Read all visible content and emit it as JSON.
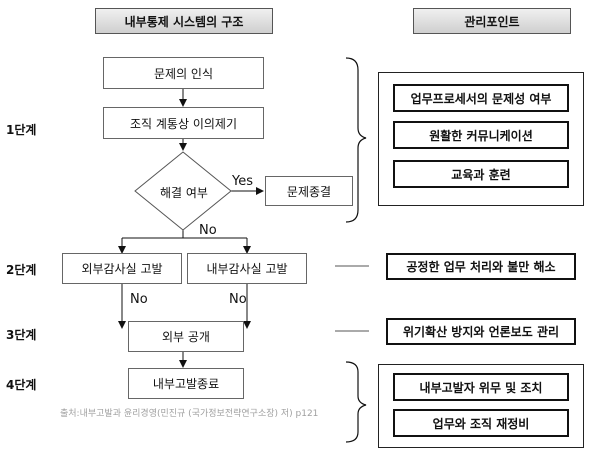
{
  "headers": {
    "left": "내부통제 시스템의 구조",
    "right": "관리포인트"
  },
  "stages": [
    "1단계",
    "2단계",
    "3단계",
    "4단계"
  ],
  "flow": {
    "recognize": "문제의 인식",
    "raise": "조직 계통상 이의제기",
    "resolved": "해결 여부",
    "yes": "Yes",
    "close": "문제종결",
    "no_main": "No",
    "external_audit": "외부감사실 고발",
    "internal_audit": "내부감사실 고발",
    "no_left": "No",
    "no_right": "No",
    "disclosure": "외부 공개",
    "end": "내부고발종료"
  },
  "points": {
    "stage1": [
      "업무프로세서의 문제성 여부",
      "원활한 커뮤니케이션",
      "교육과 훈련"
    ],
    "stage2": "공정한 업무 처리와 불만 해소",
    "stage3": "위기확산 방지와 언론보도 관리",
    "stage4": [
      "내부고발자 위무 및 조치",
      "업무와 조직 재정비"
    ]
  },
  "caption": "출처:내부고발과 윤리경영(민진규 (국가정보전략연구소장) 저) p121"
}
